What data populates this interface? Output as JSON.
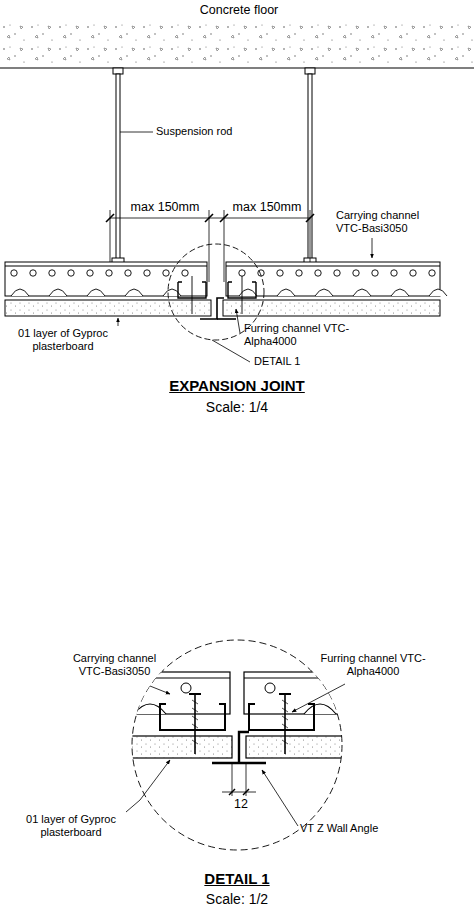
{
  "diagram": {
    "labels": [
      "Concrete floor",
      "Suspension rod",
      "max 150mm",
      "max 150mm",
      "Carrying channel VTC-Basi3050",
      "01 layer of Gyproc plasterboard",
      "Furring channel VTC-Alpha4000",
      "DETAIL 1",
      "EXPANSION JOINT",
      "Scale: 1/4",
      "Carrying channel VTC-Basi3050",
      "Furring channel VTC-Alpha4000",
      "01 layer of Gyproc plasterboard",
      "12",
      "VT Z Wall Angle",
      "DETAIL 1",
      "Scale: 1/2"
    ]
  }
}
